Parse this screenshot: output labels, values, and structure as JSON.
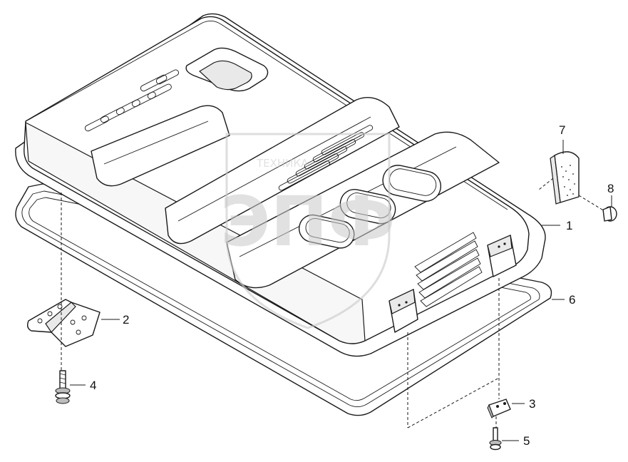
{
  "watermark": {
    "logo_letters": "ЭПФ",
    "tagline": "ТЕХНИКА"
  },
  "callouts": [
    {
      "id": "1",
      "label": "1"
    },
    {
      "id": "2",
      "label": "2"
    },
    {
      "id": "3",
      "label": "3"
    },
    {
      "id": "4",
      "label": "4"
    },
    {
      "id": "5",
      "label": "5"
    },
    {
      "id": "6",
      "label": "6"
    },
    {
      "id": "7",
      "label": "7"
    },
    {
      "id": "8",
      "label": "8"
    }
  ]
}
